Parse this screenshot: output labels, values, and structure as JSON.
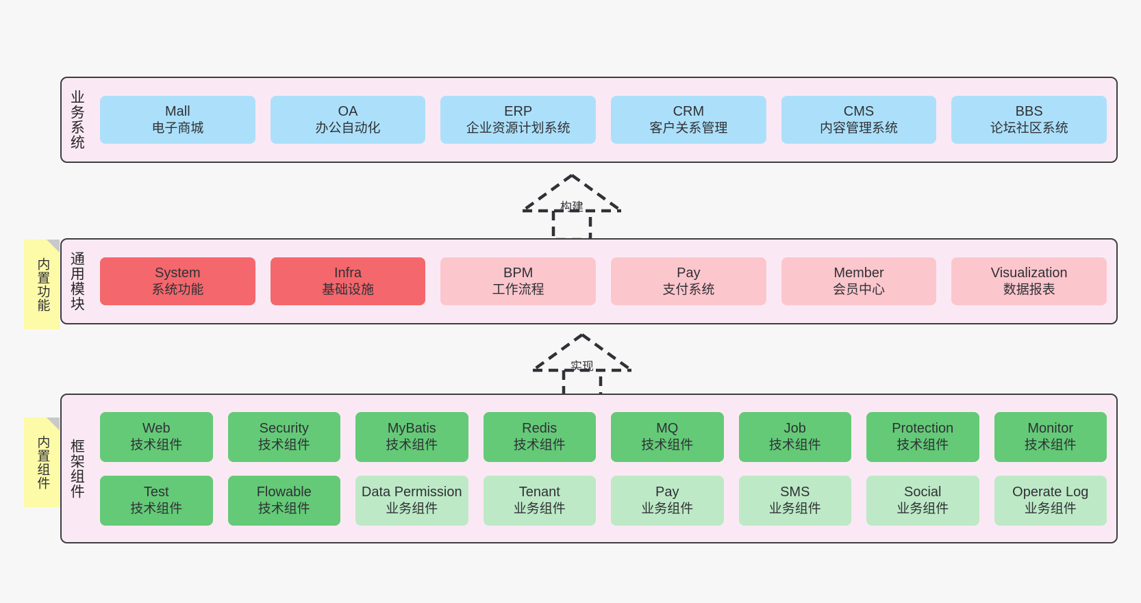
{
  "diagram": {
    "background_color": "#f7f7f7",
    "layer_band_color": "#fae9f4",
    "layers": [
      {
        "id": "business",
        "title": "业务系统",
        "rows": [
          {
            "cards": [
              {
                "name": "Mall",
                "sub": "电子商城",
                "style": "blue"
              },
              {
                "name": "OA",
                "sub": "办公自动化",
                "style": "blue"
              },
              {
                "name": "ERP",
                "sub": "企业资源计划系统",
                "style": "blue"
              },
              {
                "name": "CRM",
                "sub": "客户关系管理",
                "style": "blue"
              },
              {
                "name": "CMS",
                "sub": "内容管理系统",
                "style": "blue"
              },
              {
                "name": "BBS",
                "sub": "论坛社区系统",
                "style": "blue"
              }
            ]
          }
        ]
      },
      {
        "id": "common",
        "title": "通用模块",
        "sticky": "内置功能",
        "rows": [
          {
            "cards": [
              {
                "name": "System",
                "sub": "系统功能",
                "style": "red"
              },
              {
                "name": "Infra",
                "sub": "基础设施",
                "style": "red"
              },
              {
                "name": "BPM",
                "sub": "工作流程",
                "style": "pink"
              },
              {
                "name": "Pay",
                "sub": "支付系统",
                "style": "pink"
              },
              {
                "name": "Member",
                "sub": "会员中心",
                "style": "pink"
              },
              {
                "name": "Visualization",
                "sub": "数据报表",
                "style": "pink"
              }
            ]
          }
        ]
      },
      {
        "id": "framework",
        "title": "框架组件",
        "sticky": "内置组件",
        "rows": [
          {
            "cards": [
              {
                "name": "Web",
                "sub": "技术组件",
                "style": "green"
              },
              {
                "name": "Security",
                "sub": "技术组件",
                "style": "green"
              },
              {
                "name": "MyBatis",
                "sub": "技术组件",
                "style": "green"
              },
              {
                "name": "Redis",
                "sub": "技术组件",
                "style": "green"
              },
              {
                "name": "MQ",
                "sub": "技术组件",
                "style": "green"
              },
              {
                "name": "Job",
                "sub": "技术组件",
                "style": "green"
              },
              {
                "name": "Protection",
                "sub": "技术组件",
                "style": "green"
              },
              {
                "name": "Monitor",
                "sub": "技术组件",
                "style": "green"
              }
            ]
          },
          {
            "cards": [
              {
                "name": "Test",
                "sub": "技术组件",
                "style": "green"
              },
              {
                "name": "Flowable",
                "sub": "技术组件",
                "style": "green"
              },
              {
                "name": "Data Permission",
                "sub": "业务组件",
                "style": "lightgreen"
              },
              {
                "name": "Tenant",
                "sub": "业务组件",
                "style": "lightgreen"
              },
              {
                "name": "Pay",
                "sub": "业务组件",
                "style": "lightgreen"
              },
              {
                "name": "SMS",
                "sub": "业务组件",
                "style": "lightgreen"
              },
              {
                "name": "Social",
                "sub": "业务组件",
                "style": "lightgreen"
              },
              {
                "name": "Operate Log",
                "sub": "业务组件",
                "style": "lightgreen"
              }
            ]
          }
        ]
      }
    ],
    "connectors": [
      {
        "id": "build",
        "label": "构建",
        "icon": "dashed-generalization-arrow-up"
      },
      {
        "id": "implement",
        "label": "实现",
        "icon": "dashed-generalization-arrow-up"
      }
    ],
    "palette": {
      "blue": "#ace0fa",
      "red": "#f4676c",
      "pink": "#fcc6cd",
      "green": "#64ca77",
      "lightgreen": "#bde9c6",
      "sticky_yellow": "#fdfaa8",
      "band_pink": "#fae9f4",
      "border_dark": "#3d3d3d"
    }
  }
}
